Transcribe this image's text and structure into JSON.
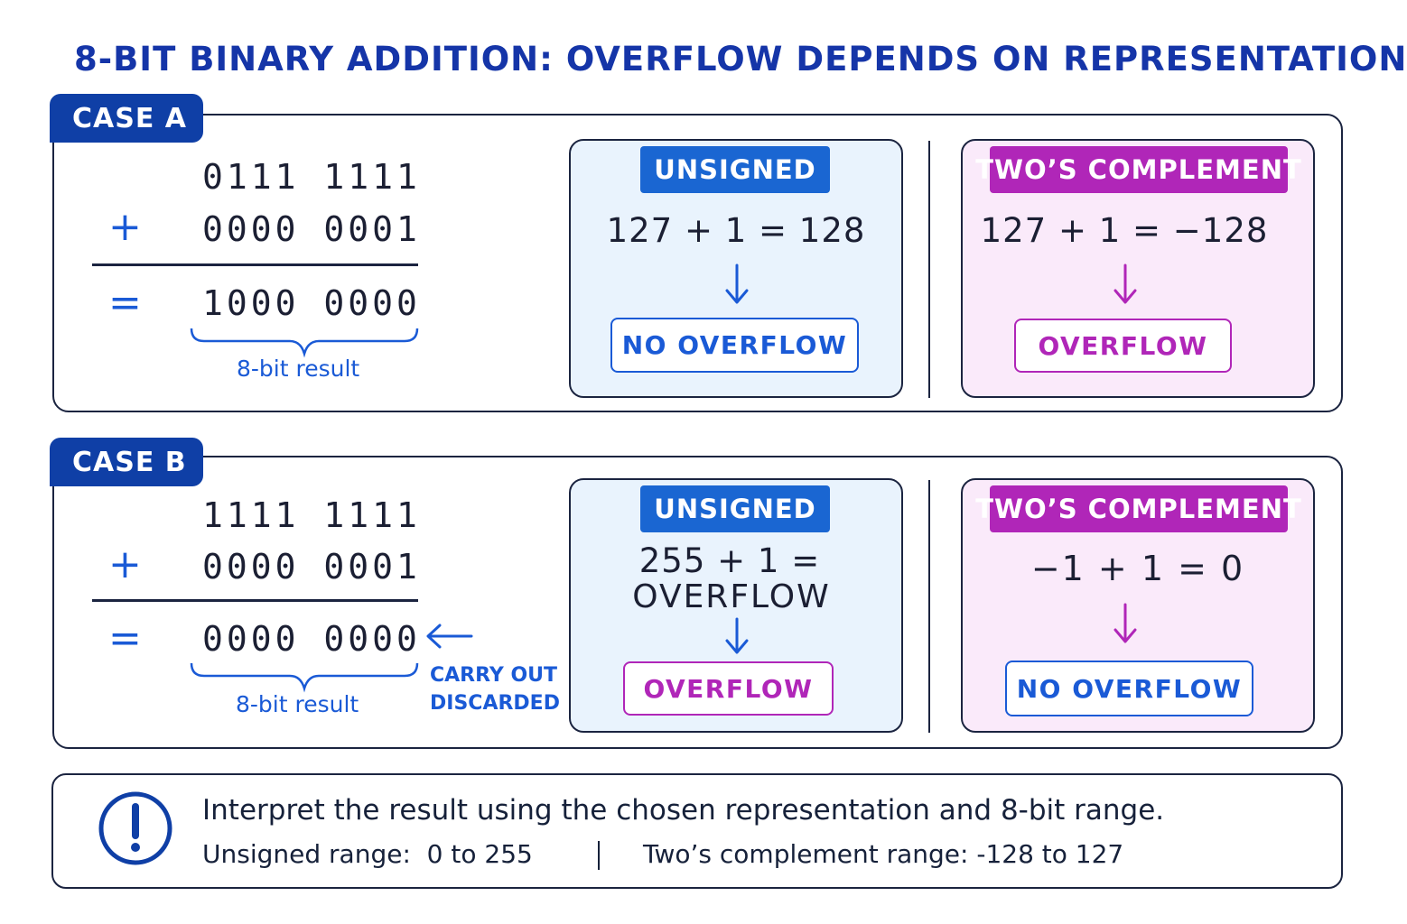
{
  "title": "8-BIT BINARY ADDITION: OVERFLOW DEPENDS ON REPRESENTATION",
  "colors": {
    "title_blue": "#1535a8",
    "tag_blue": "#0f3fa6",
    "accent_blue": "#1a5ad6",
    "unsigned_badge": "#1a66d2",
    "twos_badge": "#b026b8",
    "unsigned_panel_bg": "#e9f3fd",
    "twos_panel_bg": "#faeafa"
  },
  "case_a": {
    "tag": "CASE A",
    "operand1": "0111 1111",
    "plus_sign": "+",
    "operand2": "0000 0001",
    "equals_sign": "=",
    "result": "1000 0000",
    "brace_label": "8-bit result",
    "unsigned": {
      "badge": "UNSIGNED",
      "equation": "127 + 1 = 128",
      "verdict": "NO OVERFLOW"
    },
    "twos": {
      "badge": "TWO’S COMPLEMENT",
      "equation": "127 + 1 = −128",
      "verdict": "OVERFLOW"
    }
  },
  "case_b": {
    "tag": "CASE B",
    "operand1": "1111 1111",
    "plus_sign": "+",
    "operand2": "0000 0001",
    "equals_sign": "=",
    "result": "0000 0000",
    "brace_label": "8-bit result",
    "carry_note_line1": "CARRY OUT",
    "carry_note_line2": "DISCARDED",
    "unsigned": {
      "badge": "UNSIGNED",
      "equation_line1": "255 + 1 =",
      "equation_line2": "OVERFLOW",
      "verdict": "OVERFLOW"
    },
    "twos": {
      "badge": "TWO’S COMPLEMENT",
      "equation": "−1 + 1 = 0",
      "verdict": "NO OVERFLOW"
    }
  },
  "note": {
    "icon": "exclamation-circle-icon",
    "line1": "Interpret the result using the chosen representation and 8-bit range.",
    "unsigned_range": "Unsigned range:  0 to 255",
    "twos_range": "Two’s complement range: -128 to 127"
  }
}
